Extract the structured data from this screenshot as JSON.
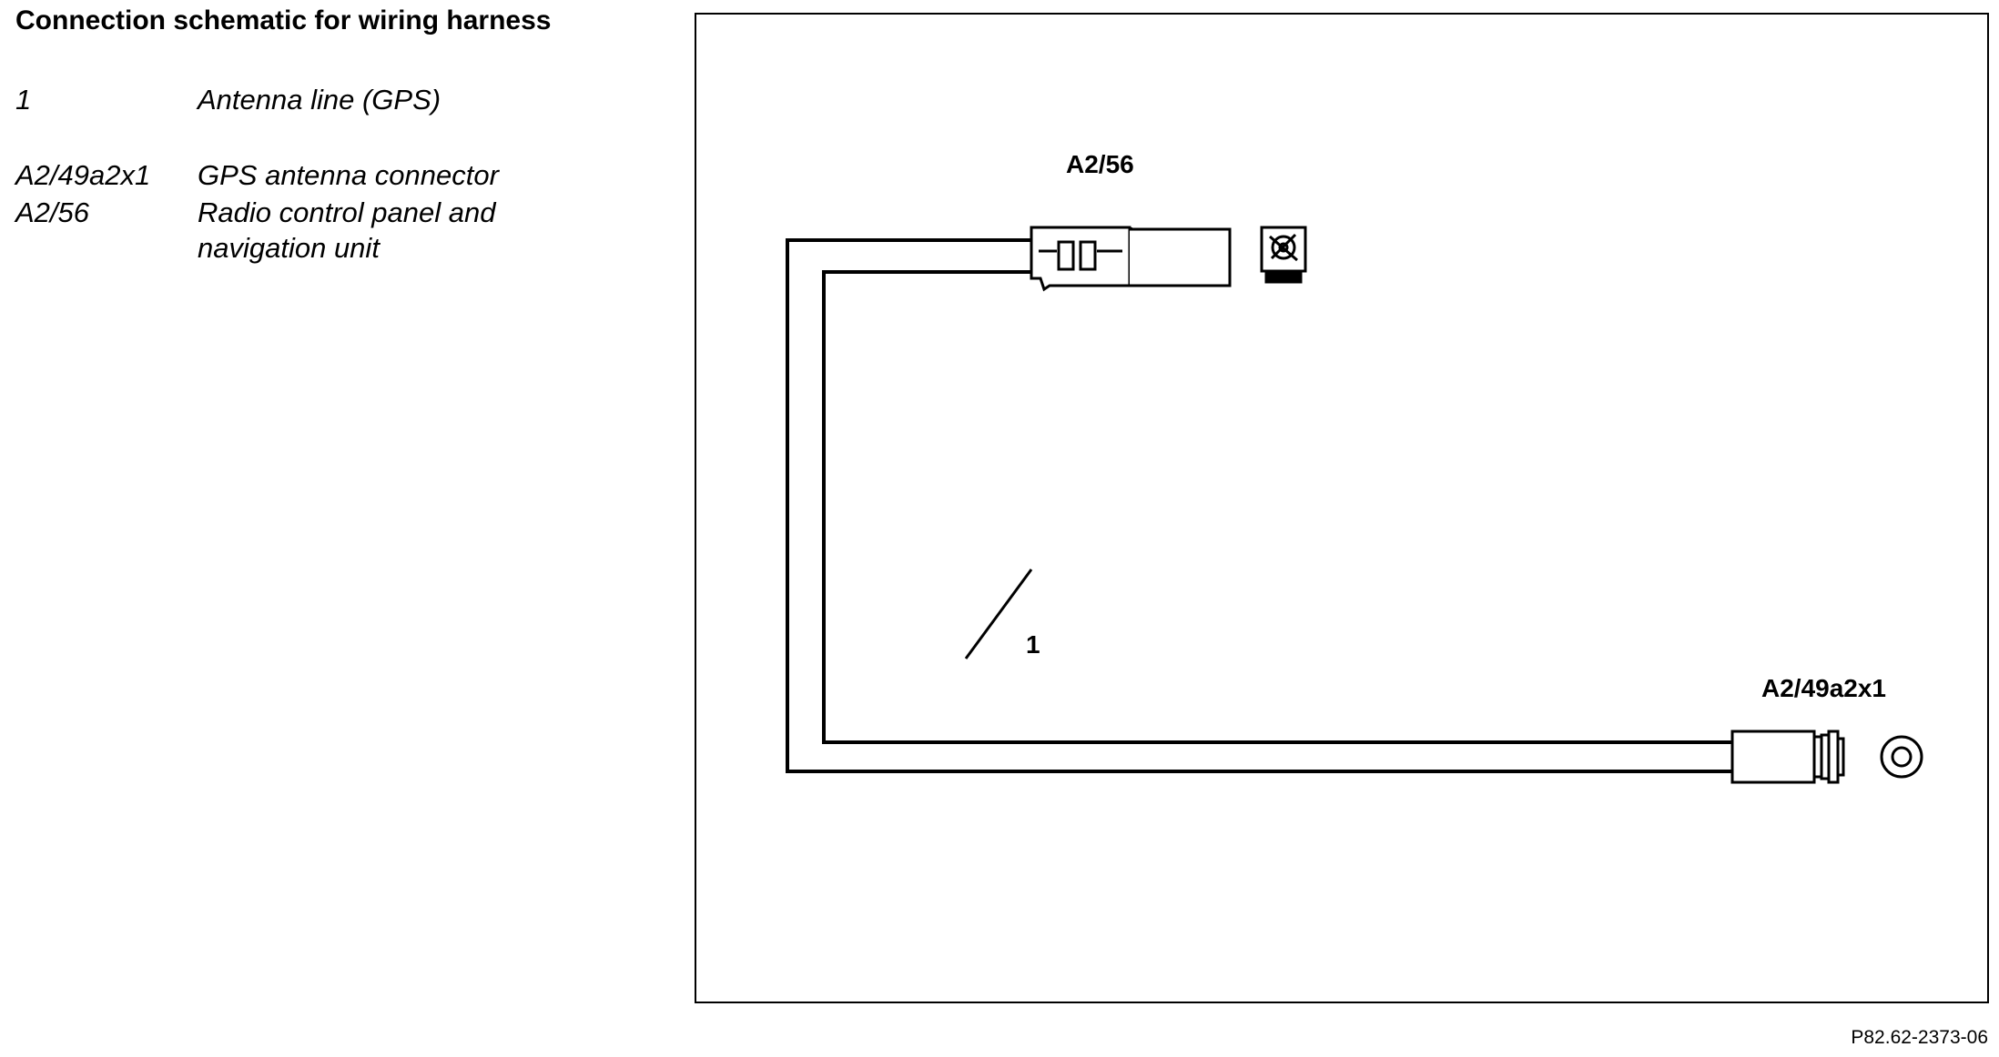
{
  "title": "Connection schematic for wiring harness",
  "legend": [
    {
      "code": "1",
      "description": "Antenna line (GPS)",
      "description_line2": ""
    },
    {
      "code": "A2/49a2x1",
      "description": "GPS antenna connector",
      "description_line2": ""
    },
    {
      "code": "A2/56",
      "description": "Radio control panel and",
      "description_line2": "navigation unit"
    }
  ],
  "diagram": {
    "label_a256": "A2/56",
    "label_a249a2x1": "A2/49a2x1",
    "label_line": "1"
  },
  "figure_number": "P82.62-2373-06"
}
